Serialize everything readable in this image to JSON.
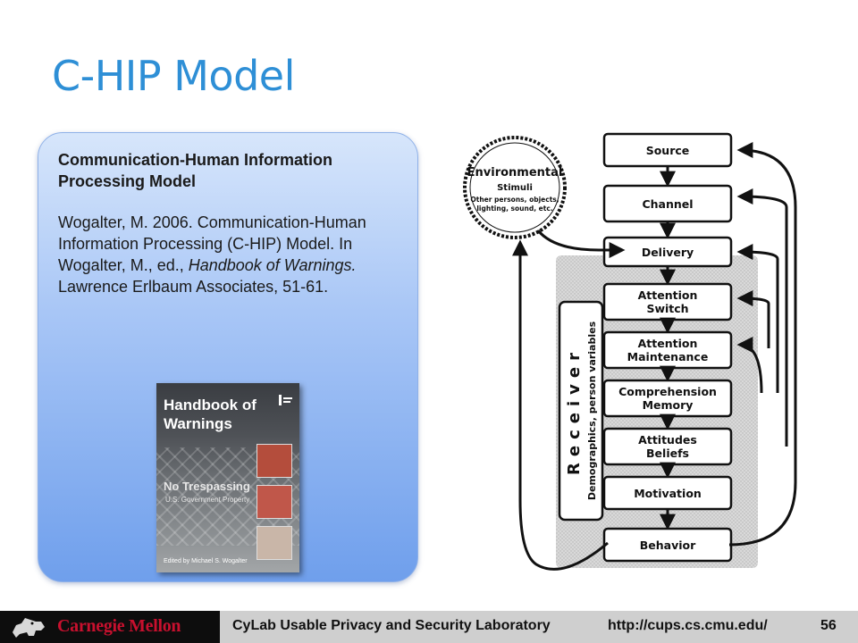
{
  "slide": {
    "title": "C-HIP Model"
  },
  "reference": {
    "heading": "Communication-Human Information Processing Model",
    "citation_pre": "Wogalter, M. 2006. Communication-Human Information Processing (C-HIP) Model. In Wogalter, M., ed., ",
    "citation_italic": "Handbook of Warnings.",
    "citation_post": " Lawrence Erlbaum Associates, 51-61."
  },
  "book": {
    "title": "Handbook of Warnings",
    "sign_text": "No Trespassing",
    "sign_subtext": "U.S. Government Property",
    "editor": "Edited by Michael S. Wogalter"
  },
  "diagram": {
    "environmental": {
      "title": "Environmental",
      "subtitle": "Stimuli",
      "detail_line1": "Other persons, objects,",
      "detail_line2": "lighting, sound, etc."
    },
    "receiver": {
      "title": "Receiver",
      "subtitle": "Demographics, person variables"
    },
    "stages": [
      {
        "line1": "Source",
        "line2": ""
      },
      {
        "line1": "Channel",
        "line2": ""
      },
      {
        "line1": "Delivery",
        "line2": ""
      },
      {
        "line1": "Attention",
        "line2": "Switch"
      },
      {
        "line1": "Attention",
        "line2": "Maintenance"
      },
      {
        "line1": "Comprehension",
        "line2": "Memory"
      },
      {
        "line1": "Attitudes",
        "line2": "Beliefs"
      },
      {
        "line1": "Motivation",
        "line2": ""
      },
      {
        "line1": "Behavior",
        "line2": ""
      }
    ]
  },
  "footer": {
    "logo_text": "Carnegie Mellon",
    "lab_name": "CyLab Usable Privacy and Security Laboratory",
    "url": "http://cups.cs.cmu.edu/",
    "page_number": "56"
  }
}
